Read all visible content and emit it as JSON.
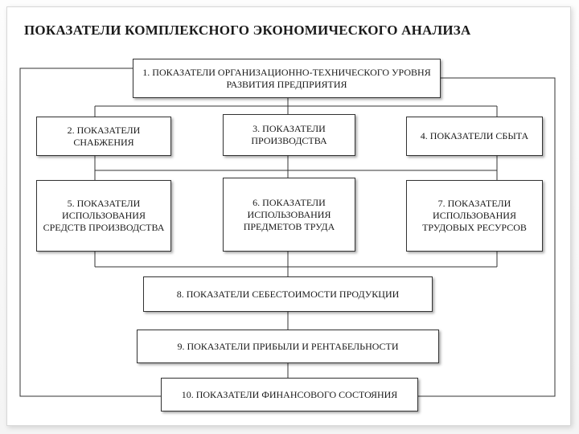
{
  "title": "ПОКАЗАТЕЛИ КОМПЛЕКСНОГО ЭКОНОМИЧЕСКОГО АНАЛИЗА",
  "boxes": {
    "b1": "1. ПОКАЗАТЕЛИ ОРГАНИЗАЦИОННО-ТЕХНИЧЕСКОГО УРОВНЯ РАЗВИТИЯ ПРЕДПРИЯТИЯ",
    "b2": "2. ПОКАЗАТЕЛИ СНАБЖЕНИЯ",
    "b3": "3. ПОКАЗАТЕЛИ ПРОИЗВОДСТВА",
    "b4": "4. ПОКАЗАТЕЛИ СБЫТА",
    "b5": "5. ПОКАЗАТЕЛИ ИСПОЛЬЗОВАНИЯ СРЕДСТВ ПРОИЗВОДСТВА",
    "b6": "6. ПОКАЗАТЕЛИ ИСПОЛЬЗОВАНИЯ ПРЕДМЕТОВ ТРУДА",
    "b7": "7. ПОКАЗАТЕЛИ ИСПОЛЬЗОВАНИЯ ТРУДОВЫХ РЕСУРСОВ",
    "b8": "8. ПОКАЗАТЕЛИ СЕБЕСТОИМОСТИ ПРОДУКЦИИ",
    "b9": "9. ПОКАЗАТЕЛИ ПРИБЫЛИ И РЕНТАБЕЛЬНОСТИ",
    "b10": "10. ПОКАЗАТЕЛИ ФИНАНСОВОГО СОСТОЯНИЯ"
  }
}
